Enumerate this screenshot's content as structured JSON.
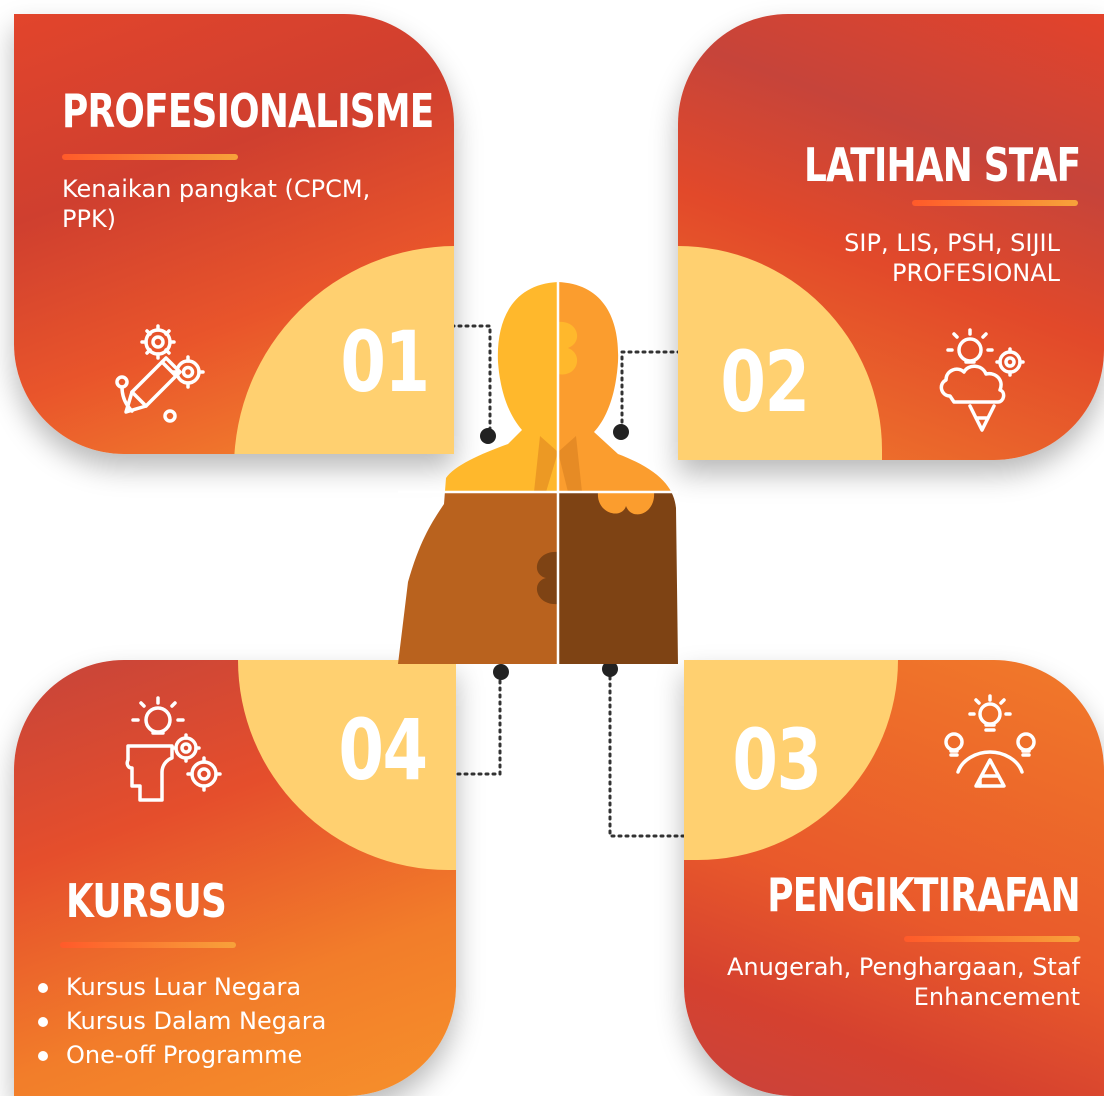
{
  "colors": {
    "card_red": "#d9402e",
    "card_orange": "#f27d2a",
    "accent_yellow": "#ffd070",
    "puzzle_gold": "#ffb82c",
    "puzzle_orange": "#fb9d2e",
    "puzzle_brown": "#b9621e",
    "puzzle_dark": "#7e4314"
  },
  "cards": [
    {
      "number": "01",
      "title": "PROFESIONALISME",
      "description": "Kenaikan pangkat (CPCM, PPK)",
      "icon": "pencil-gears-icon"
    },
    {
      "number": "02",
      "title": "LATIHAN STAF",
      "description": "SIP, LIS, PSH, SIJIL PROFESIONAL",
      "icon": "idea-cloud-icon"
    },
    {
      "number": "03",
      "title": "PENGIKTIRAFAN",
      "description": "Anugerah, Penghargaan, Staf Enhancement",
      "icon": "bulbs-pencil-icon"
    },
    {
      "number": "04",
      "title": "KURSUS",
      "items": [
        "Kursus Luar Negara",
        "Kursus Dalam Negara",
        "One-off Programme"
      ],
      "icon": "head-bulb-gears-icon"
    }
  ],
  "center_graphic": "puzzle-businessman-icon"
}
